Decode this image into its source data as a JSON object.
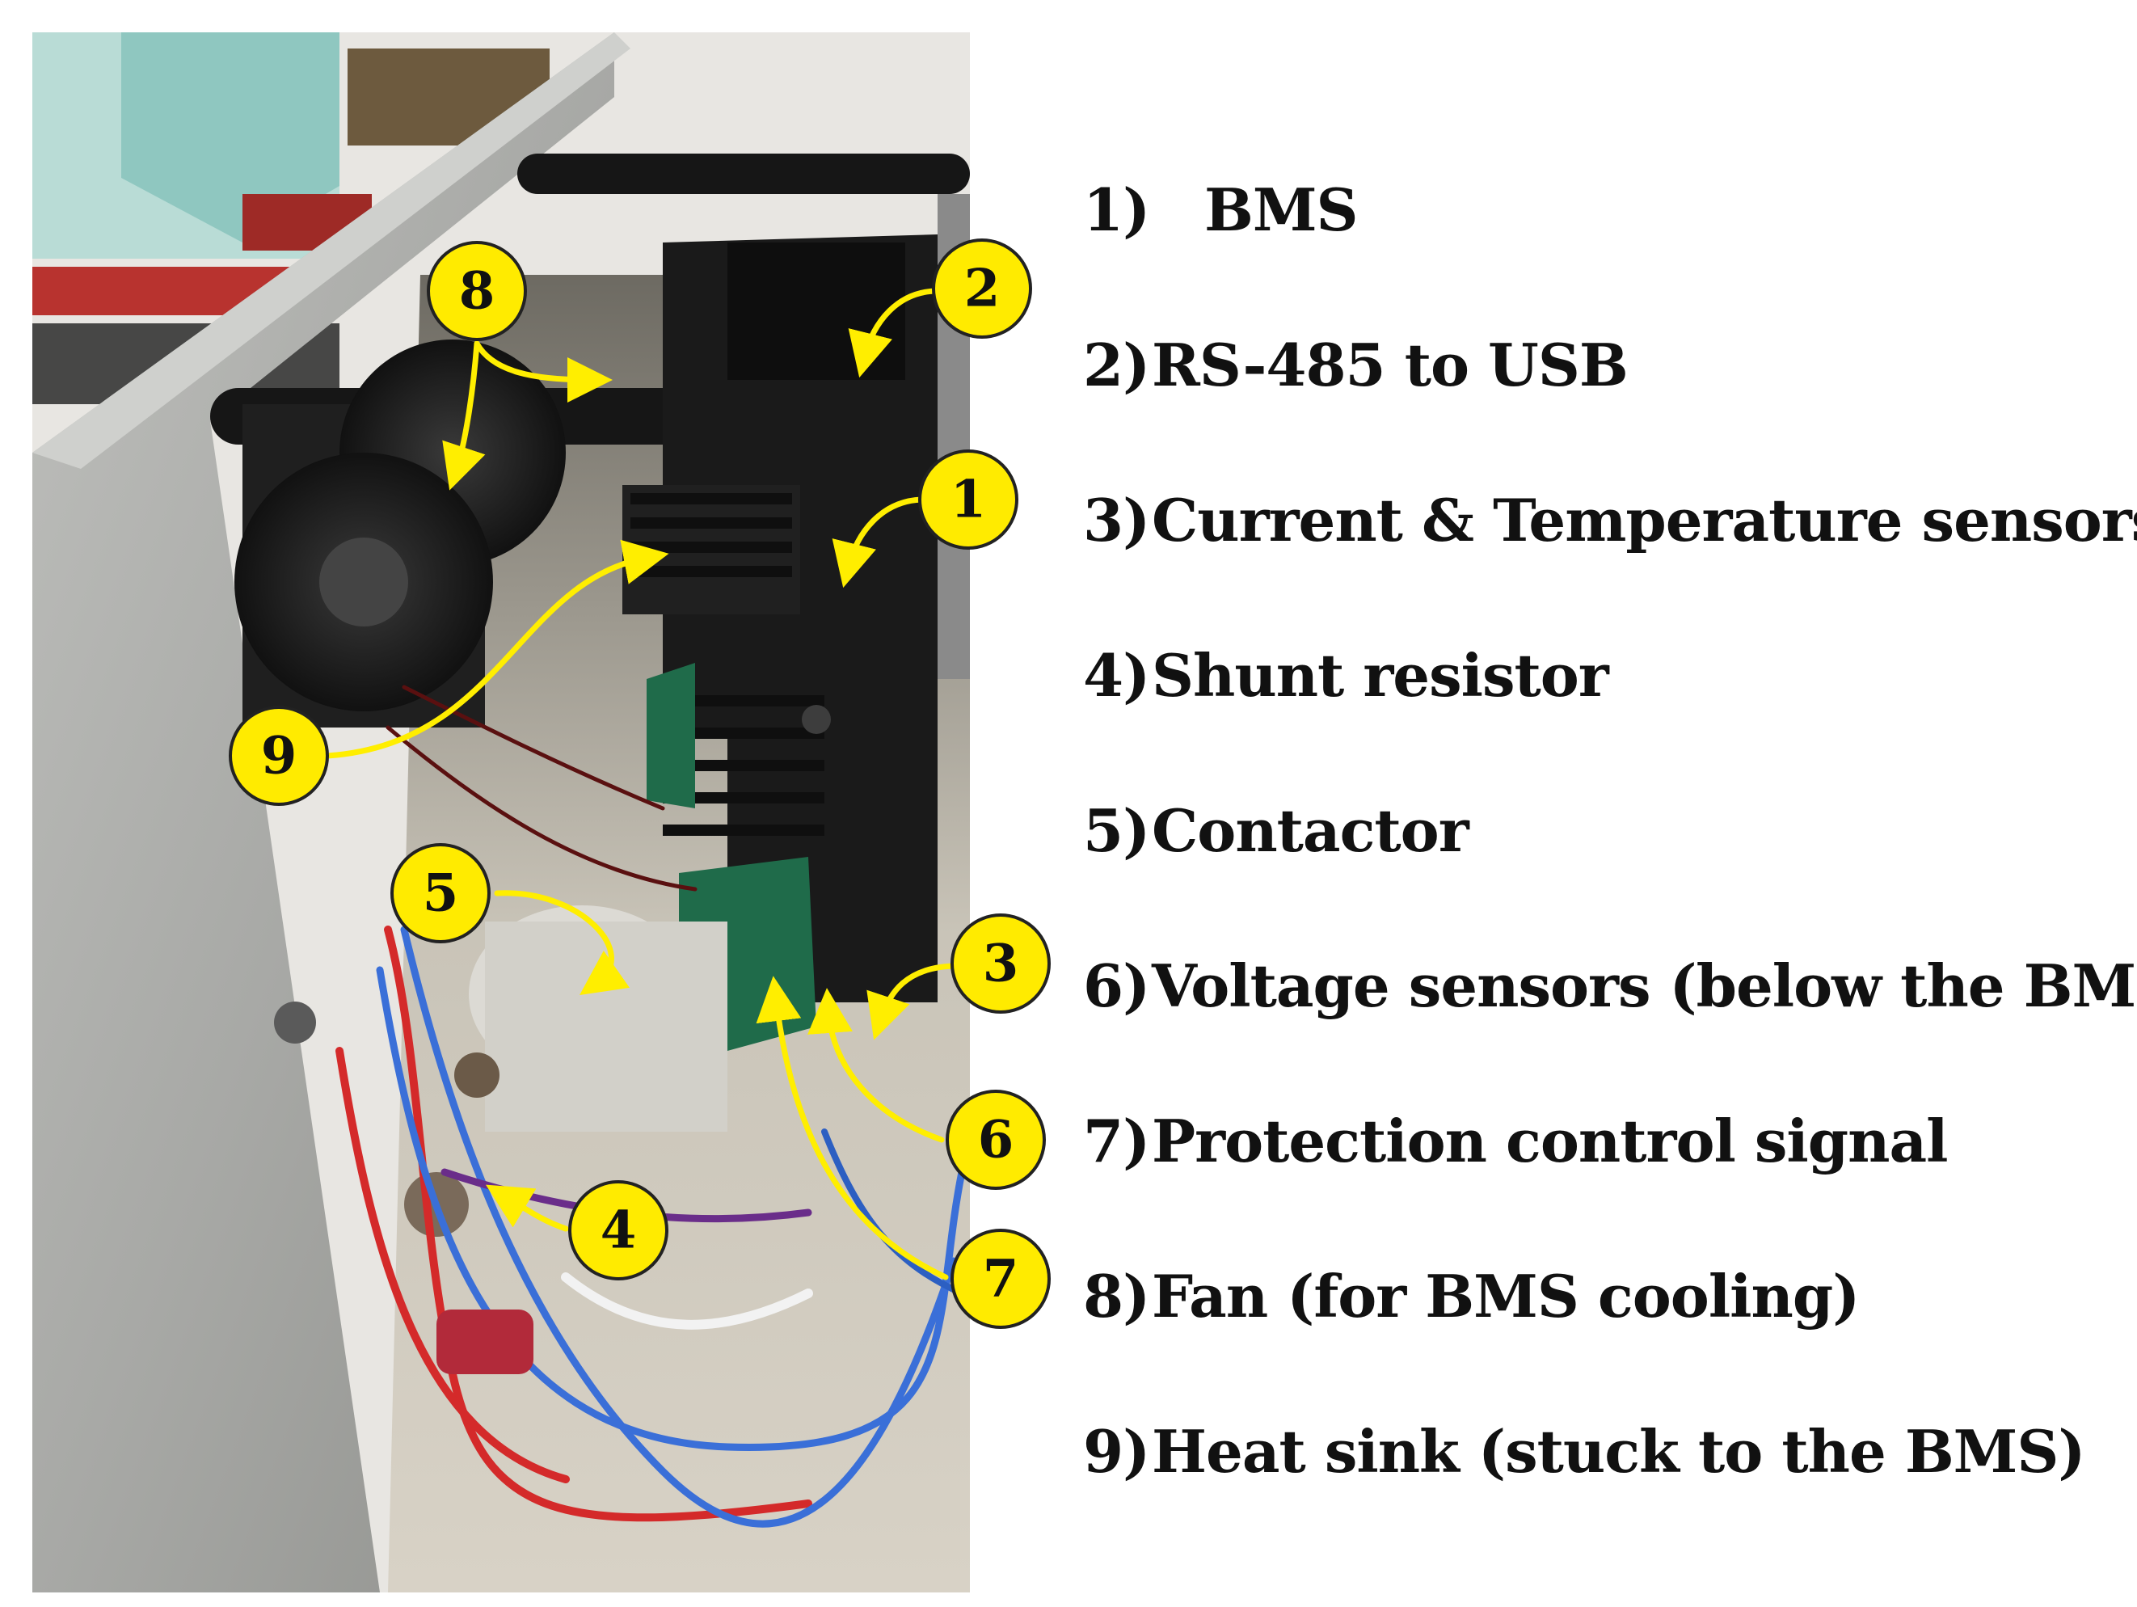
{
  "legend": [
    {
      "number": "1)",
      "label": "BMS"
    },
    {
      "number": "2)",
      "label": "RS-485 to USB"
    },
    {
      "number": "3)",
      "label": "Current & Temperature sensors"
    },
    {
      "number": "4)",
      "label": "Shunt resistor"
    },
    {
      "number": "5)",
      "label": "Contactor"
    },
    {
      "number": "6)",
      "label": "Voltage sensors (below the BMS)"
    },
    {
      "number": "7)",
      "label": "Protection control signal"
    },
    {
      "number": "8)",
      "label": "Fan (for BMS cooling)"
    },
    {
      "number": "9)",
      "label": "Heat sink (stuck to the BMS)"
    }
  ],
  "callouts": [
    "1",
    "2",
    "3",
    "4",
    "5",
    "6",
    "7",
    "8",
    "9"
  ],
  "colors": {
    "callout_fill": "#ffeb00",
    "callout_stroke": "#222222",
    "arrow": "#ffee00",
    "text": "#111111",
    "enclosure": "#a9aaa7",
    "dark_parts": "#1a1a1a"
  }
}
